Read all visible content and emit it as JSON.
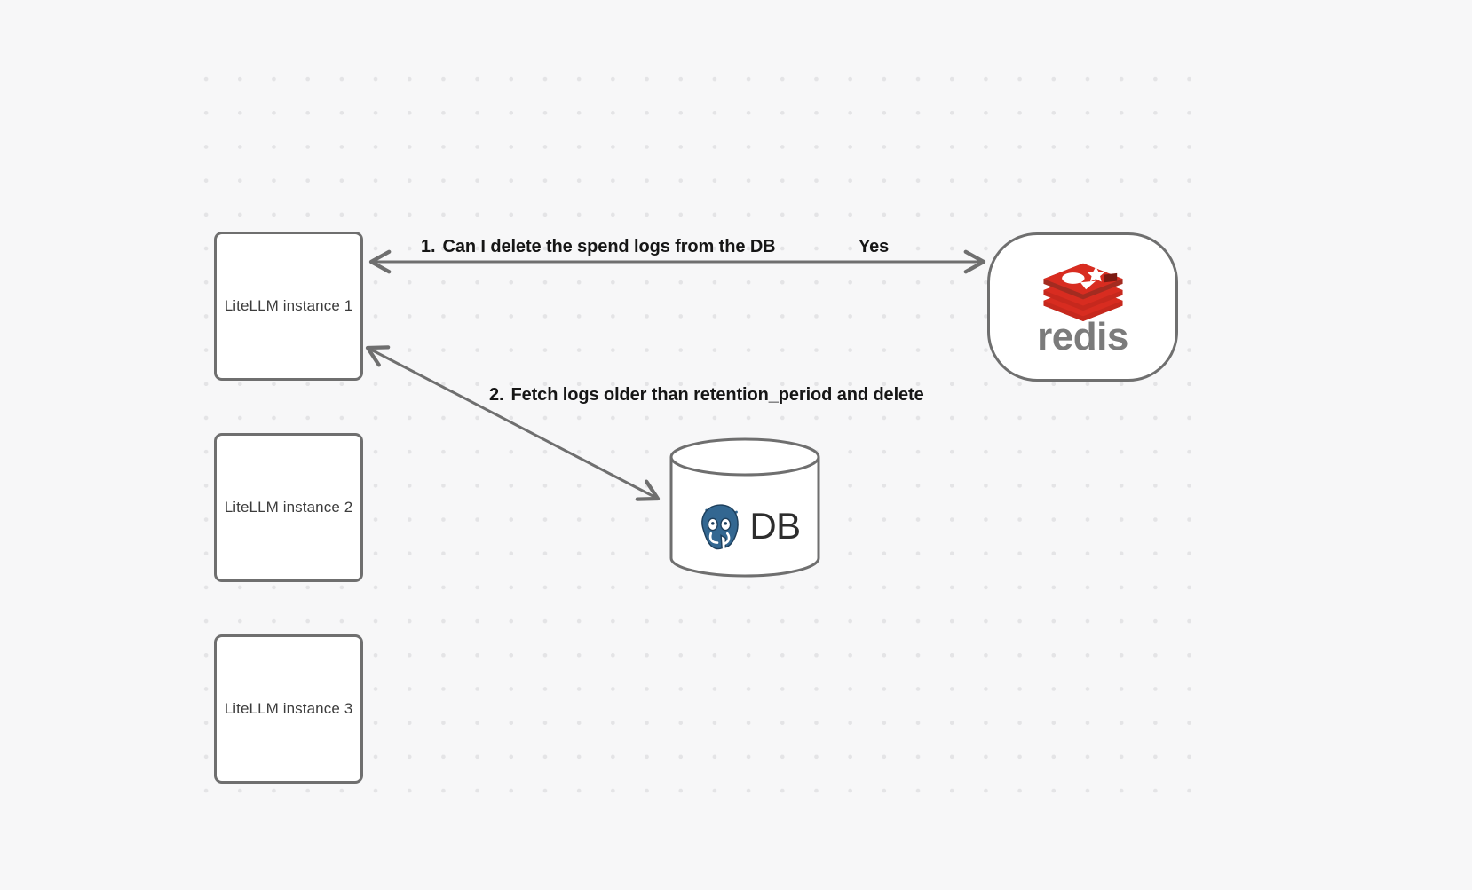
{
  "canvas": {
    "background_color": "#f7f7f8",
    "grid_dot_color": "#e4e4e6"
  },
  "nodes": {
    "litellm_1": {
      "label": "LiteLLM instance 1"
    },
    "litellm_2": {
      "label": "LiteLLM instance 2"
    },
    "litellm_3": {
      "label": "LiteLLM instance 3"
    },
    "redis": {
      "wordmark": "redis",
      "logo_name": "redis-logo",
      "brand_color": "#d82c20",
      "wordmark_color": "#7b7b7b"
    },
    "db": {
      "label": "DB",
      "logo_name": "postgresql-elephant-icon",
      "brand_color": "#336791"
    }
  },
  "edges": {
    "step_1": {
      "number": "1.",
      "text": "Can I delete the spend logs from the DB",
      "reply": "Yes",
      "from": "LiteLLM instance 1",
      "to": "redis"
    },
    "step_2": {
      "number": "2.",
      "text": "Fetch logs older than retention_period and delete",
      "from": "LiteLLM instance 1",
      "to": "DB"
    }
  },
  "style": {
    "edge_color": "#6f6f6f",
    "node_border_color": "#6f6f6f",
    "node_fill": "#ffffff",
    "node_text_color": "#3c3c3c",
    "label_text_color": "#161616"
  }
}
